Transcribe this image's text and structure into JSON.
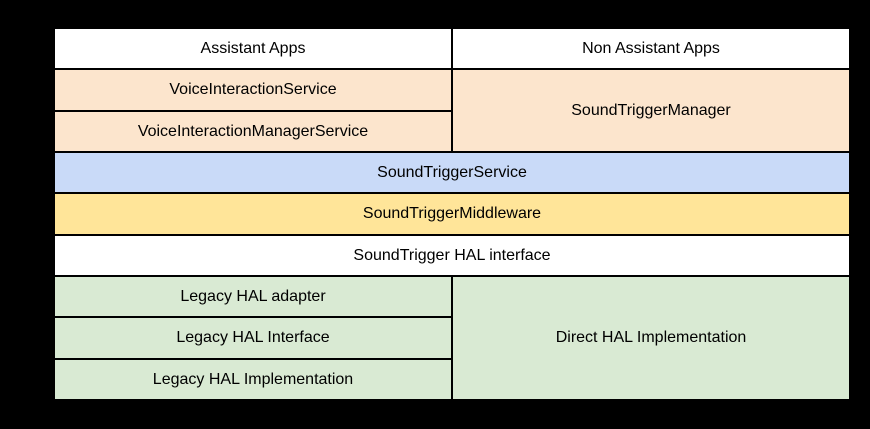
{
  "page": {
    "background": "#000000",
    "border_color": "#000000",
    "text_color": "#000000"
  },
  "palette": {
    "white": "#ffffff",
    "peach": "#fce5cd",
    "blue": "#c9daf8",
    "yellow": "#ffe599",
    "green": "#d9ead3"
  },
  "cells": {
    "assistant_apps": {
      "label": "Assistant Apps",
      "bg": "#ffffff"
    },
    "non_assistant_apps": {
      "label": "Non Assistant Apps",
      "bg": "#ffffff"
    },
    "voice_interaction_service": {
      "label": "VoiceInteractionService",
      "bg": "#fce5cd"
    },
    "voice_interaction_manager_service": {
      "label": "VoiceInteractionManagerService",
      "bg": "#fce5cd"
    },
    "sound_trigger_manager": {
      "label": "SoundTriggerManager",
      "bg": "#fce5cd"
    },
    "sound_trigger_service": {
      "label": "SoundTriggerService",
      "bg": "#c9daf8"
    },
    "sound_trigger_middleware": {
      "label": "SoundTriggerMiddleware",
      "bg": "#ffe599"
    },
    "sound_trigger_hal_interface": {
      "label": "SoundTrigger HAL interface",
      "bg": "#ffffff"
    },
    "legacy_hal_adapter": {
      "label": "Legacy HAL adapter",
      "bg": "#d9ead3"
    },
    "legacy_hal_interface": {
      "label": "Legacy HAL Interface",
      "bg": "#d9ead3"
    },
    "legacy_hal_implementation": {
      "label": "Legacy HAL Implementation",
      "bg": "#d9ead3"
    },
    "direct_hal_implementation": {
      "label": "Direct HAL Implementation",
      "bg": "#d9ead3"
    }
  }
}
